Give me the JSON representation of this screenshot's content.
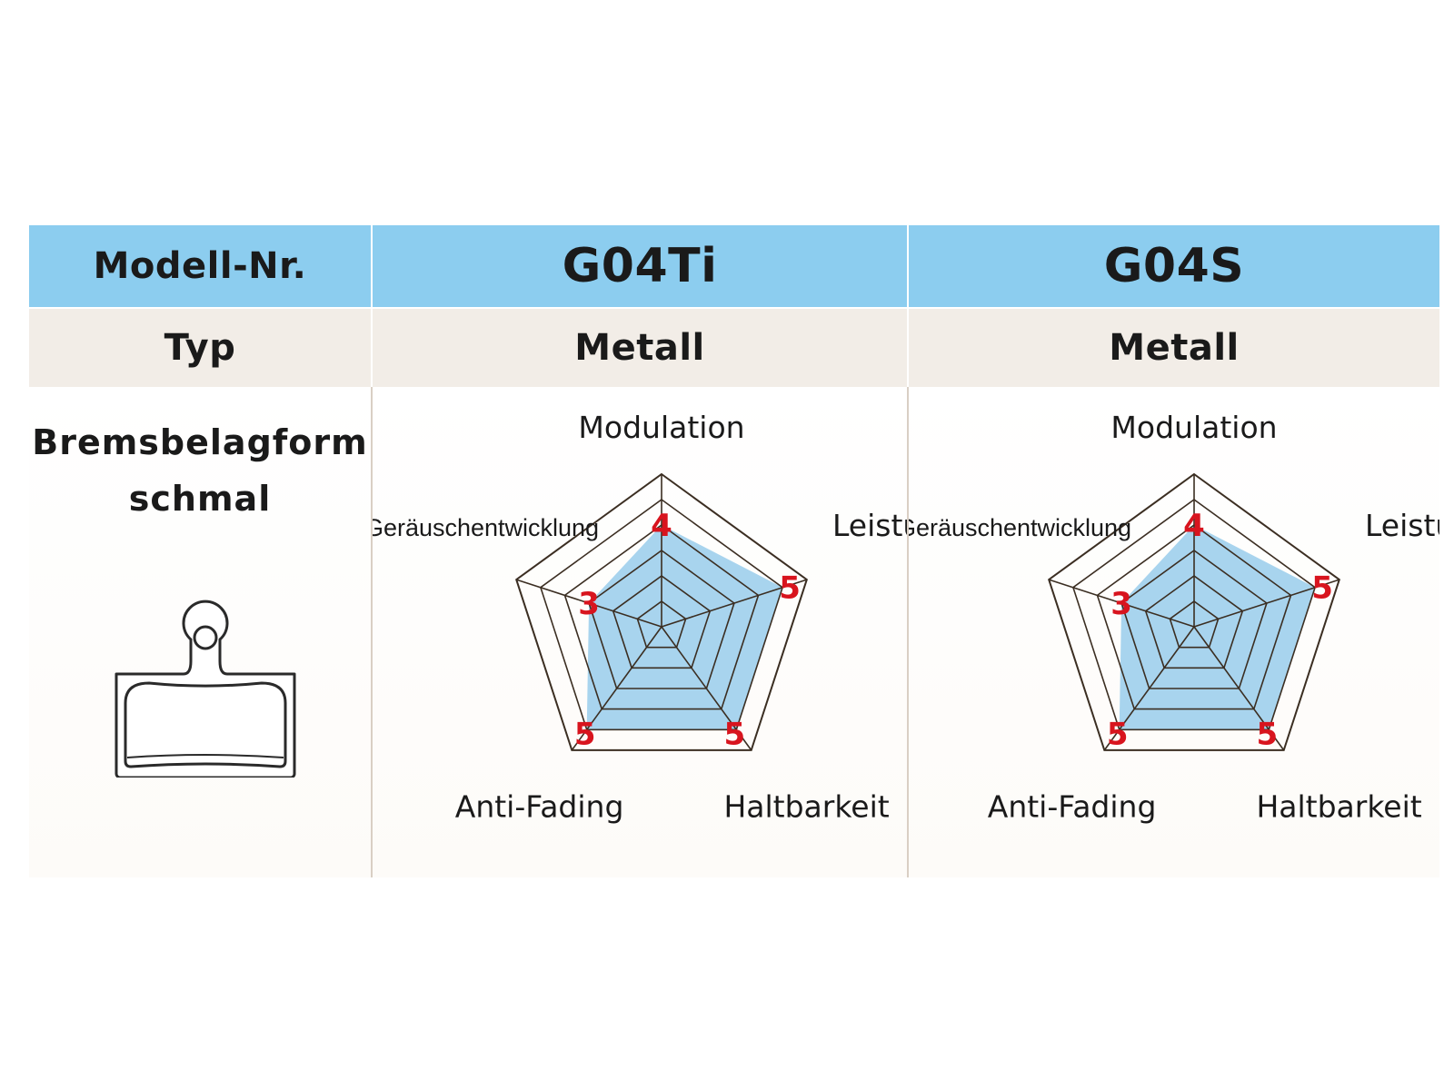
{
  "table": {
    "header_label": "Modell-Nr.",
    "type_label": "Typ",
    "shape_label_line1": "Bremsbelagform",
    "shape_label_line2": "schmal"
  },
  "products": [
    {
      "model": "G04Ti",
      "type": "Metall"
    },
    {
      "model": "G04S",
      "type": "Metall"
    }
  ],
  "chart_data": [
    {
      "type": "radar",
      "title": "G04Ti",
      "axes": [
        "Modulation",
        "Leistung",
        "Haltbarkeit",
        "Anti-Fading",
        "Geräuschentwicklung"
      ],
      "values": [
        4,
        5,
        5,
        5,
        3
      ],
      "rlim": [
        0,
        6
      ],
      "rings": 6,
      "fill_color": "#a8d4ee",
      "score_color": "#d8141e"
    },
    {
      "type": "radar",
      "title": "G04S",
      "axes": [
        "Modulation",
        "Leistung",
        "Haltbarkeit",
        "Anti-Fading",
        "Geräuschentwicklung"
      ],
      "values": [
        4,
        5,
        5,
        5,
        3
      ],
      "rlim": [
        0,
        6
      ],
      "rings": 6,
      "fill_color": "#a8d4ee",
      "score_color": "#d8141e"
    }
  ],
  "icons": {
    "pad": "brake-pad-icon"
  }
}
